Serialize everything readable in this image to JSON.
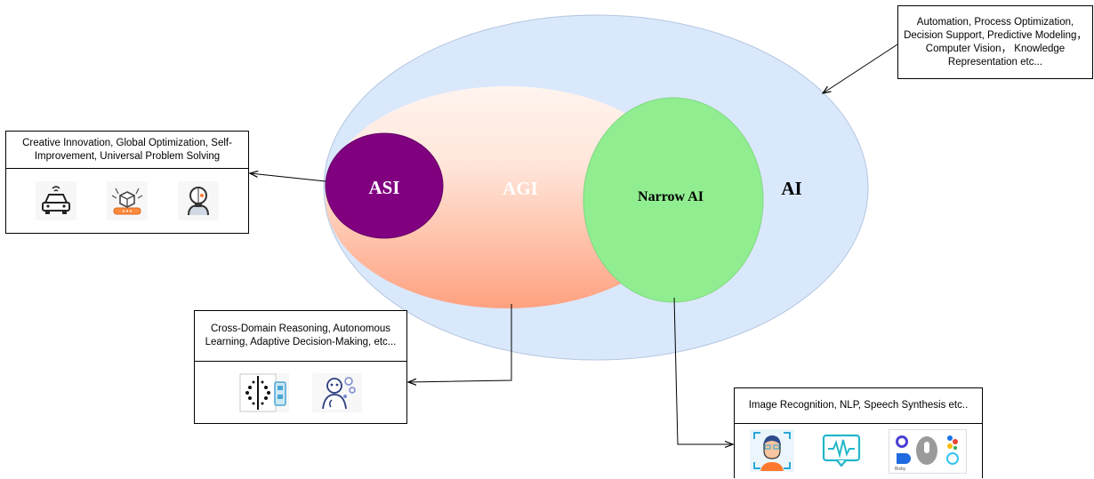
{
  "diagram": {
    "circles": {
      "ai": "AI",
      "agi": "AGI",
      "narrow_ai": "Narrow AI",
      "asi": "ASI"
    },
    "boxes": {
      "ai_box": {
        "lines": [
          "Automation, Process Optimization,",
          "Decision Support, Predictive Modeling，",
          "Computer Vision， Knowledge",
          "Representation etc..."
        ]
      },
      "asi_box": {
        "lines": [
          "Creative Innovation, Global Optimization, Self-",
          "Improvement, Universal Problem Solving"
        ],
        "icons": [
          "self-driving-car-icon",
          "ai-cube-network-icon",
          "ai-robot-head-icon"
        ]
      },
      "agi_box": {
        "lines": [
          "Cross-Domain Reasoning, Autonomous",
          "Learning, Adaptive Decision-Making, etc..."
        ],
        "icons": [
          "neural-network-dots-icon",
          "robot-thinking-icon"
        ]
      },
      "narrow_box": {
        "lines": [
          "Image Recognition, NLP, Speech Synthesis etc.."
        ],
        "icons": [
          "face-recognition-icon",
          "speech-waveform-icon",
          "voice-assistants-icon"
        ],
        "assistant_label": "Bixby"
      }
    },
    "colors": {
      "ai_fill": "#dae8fc",
      "agi_fill_top": "#fff4ef",
      "agi_fill_bottom": "#ffa180",
      "narrow_fill": "#90ee90",
      "asi_fill": "#800080"
    }
  }
}
